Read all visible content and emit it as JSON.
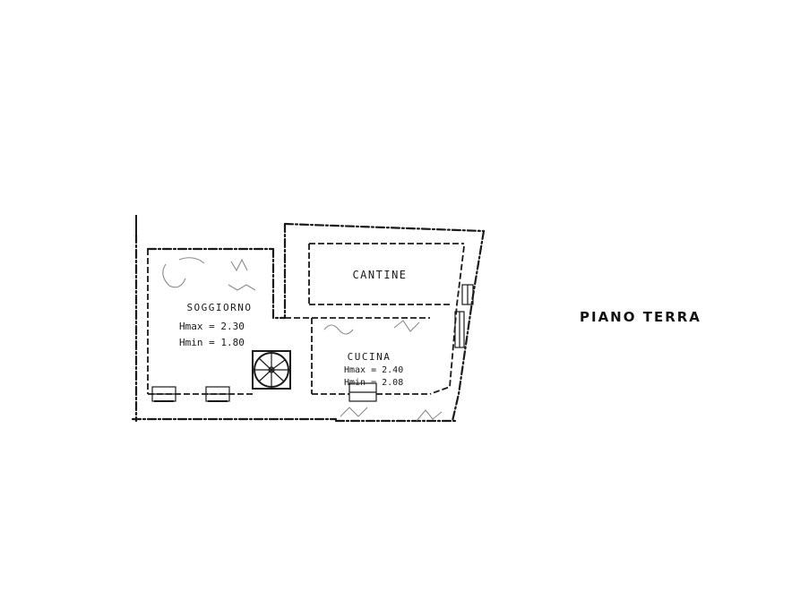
{
  "floor_title": "PIANO TERRA",
  "rooms": {
    "soggiorno": {
      "name": "SOGGIORNO",
      "hmax": "Hmax = 2.30",
      "hmin": "Hmin = 1.80"
    },
    "cantine": {
      "name": "CANTINE"
    },
    "cucina": {
      "name": "CUCINA",
      "hmax": "Hmax = 2.40",
      "hmin": "Hmin = 2.08"
    }
  },
  "icons": {
    "spiral_stair": "spiral-staircase-icon"
  },
  "colors": {
    "ink": "#1a1a1a",
    "paper": "#ffffff"
  }
}
